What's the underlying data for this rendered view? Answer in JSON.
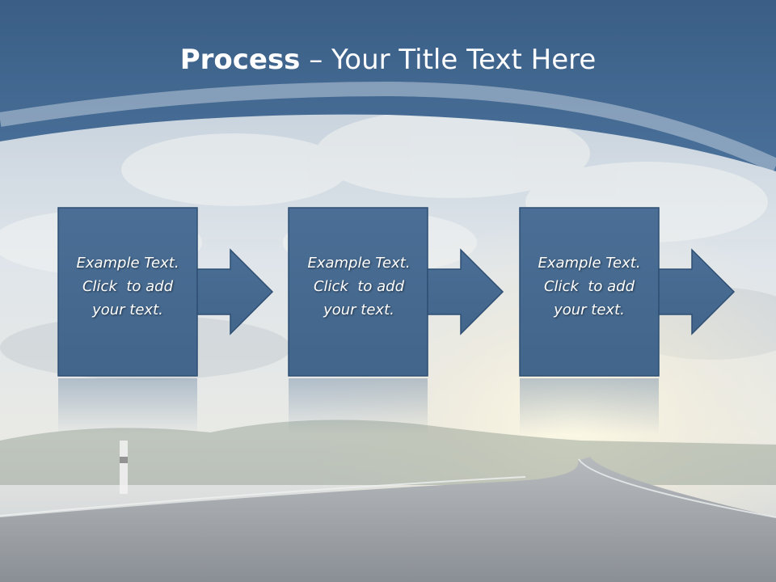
{
  "slide": {
    "title_bold": "Process",
    "title_rest": " – Your Title Text Here",
    "steps": [
      {
        "line1": "Example Text.",
        "line2": "Click  to add",
        "line3": "your text."
      },
      {
        "line1": "Example Text.",
        "line2": "Click  to add",
        "line3": "your text."
      },
      {
        "line1": "Example Text.",
        "line2": "Click  to add",
        "line3": "your text."
      }
    ]
  },
  "colors": {
    "banner": "#3f6690",
    "box_fill": "#46698f",
    "box_border": "#2b4b6e",
    "sky_light": "#e8edf2",
    "road": "#8d9299"
  }
}
